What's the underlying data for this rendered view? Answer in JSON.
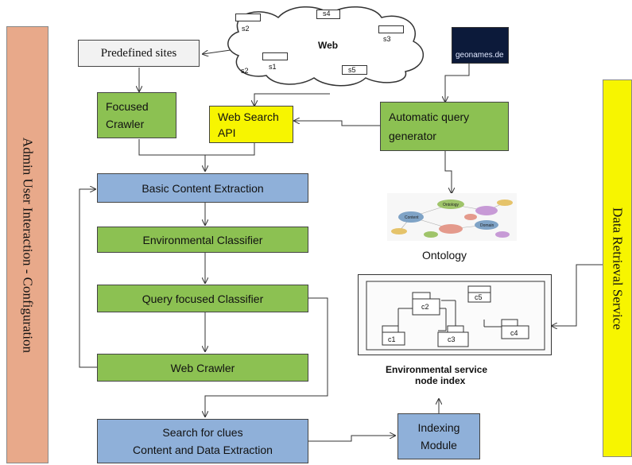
{
  "side_panels": {
    "left": "Admin User Interaction - Configuration",
    "right": "Data Retrieval Service"
  },
  "web_cloud": {
    "label": "Web",
    "sites": [
      "s4",
      "s2",
      "s3",
      "s2",
      "s1",
      "s5"
    ]
  },
  "geonames": {
    "label": "geonames.de"
  },
  "boxes": {
    "predefined_sites": "Predefined sites",
    "focused_crawler": "Focused\nCrawler",
    "web_search_api": "Web Search\nAPI",
    "automatic_query_generator": "Automatic query\ngenerator",
    "basic_content_extraction": "Basic Content Extraction",
    "environmental_classifier": "Environmental Classifier",
    "query_focused_classifier": "Query focused Classifier",
    "web_crawler": "Web Crawler",
    "search_for_clues": "Search for clues\nContent and Data Extraction",
    "indexing_module": "Indexing\nModule"
  },
  "ontology": {
    "caption": "Ontology",
    "node_labels": [
      "Ontology",
      "Content",
      "Domain"
    ]
  },
  "node_index": {
    "caption_line1": "Environmental service",
    "caption_line2": "node index",
    "nodes": [
      "c1",
      "c2",
      "c3",
      "c4",
      "c5"
    ]
  },
  "colors": {
    "green": "#8cc152",
    "blue": "#8fb0d9",
    "yellow": "#f7f500",
    "salmon": "#e8a98a"
  }
}
